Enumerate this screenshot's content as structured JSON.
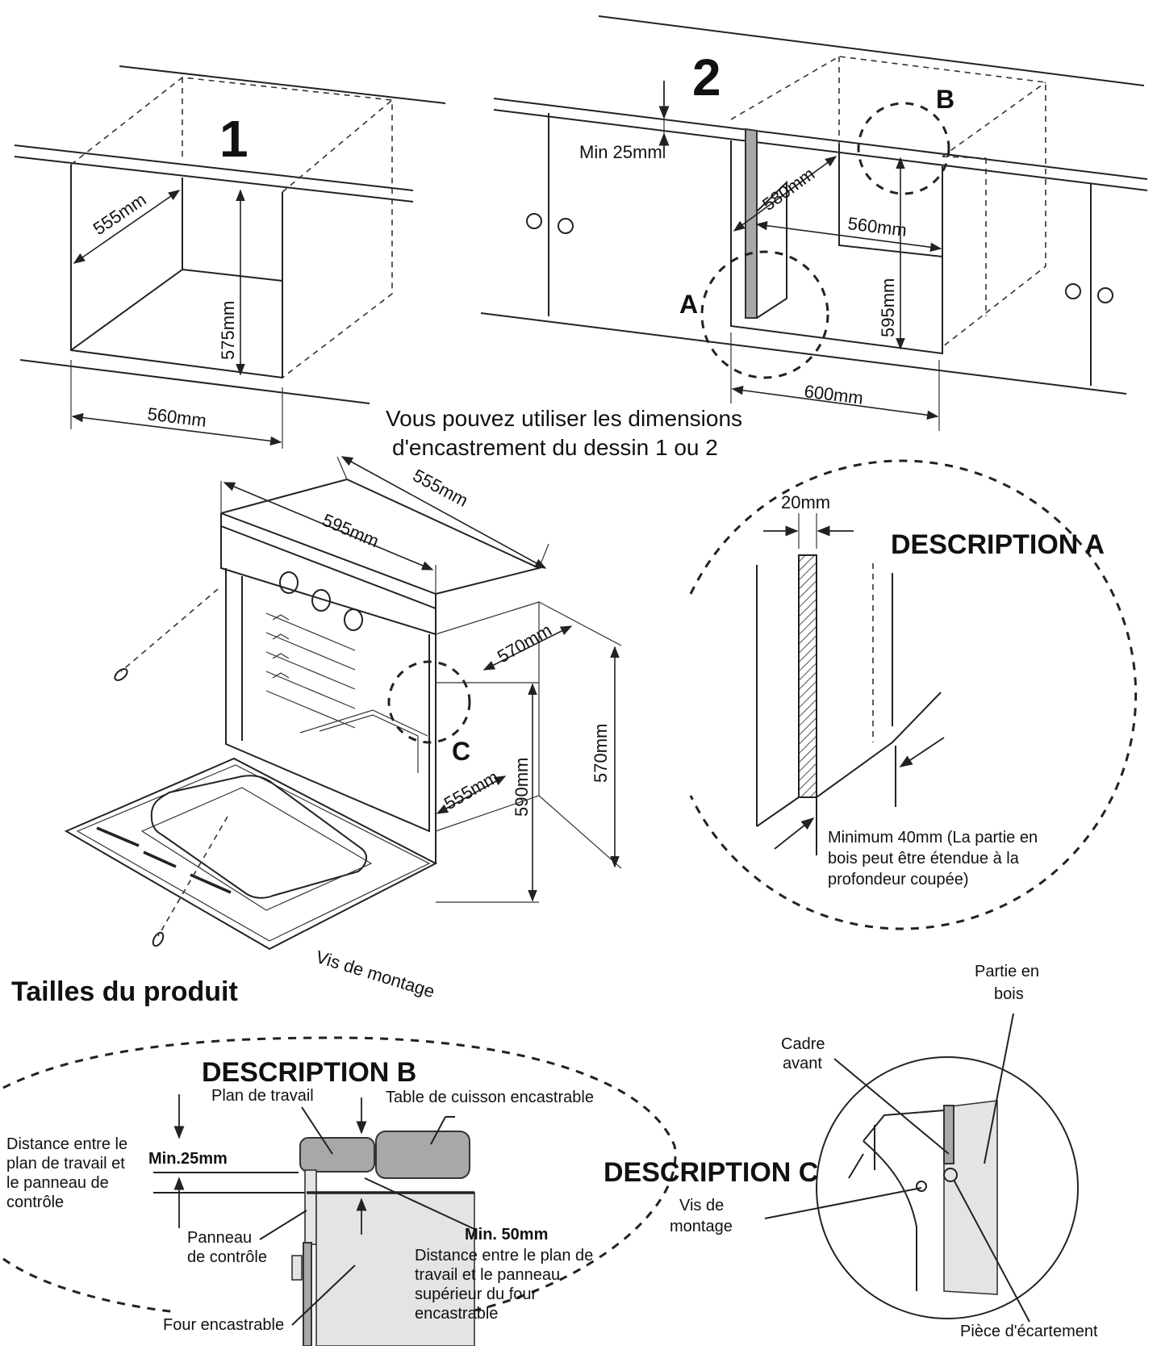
{
  "drawing_1": {
    "number": "1",
    "depth": "555mm",
    "height": "575mm",
    "width": "560mm"
  },
  "drawing_2": {
    "number": "2",
    "top_gap": "Min 25mm",
    "depth": "580mm",
    "inner_width": "560mm",
    "height": "595mm",
    "outer_width": "600mm",
    "marker_a": "A",
    "marker_b": "B"
  },
  "caption": {
    "line1": "Vous pouvez utiliser les dimensions",
    "line2": "d'encastrement du dessin 1 ou 2"
  },
  "product": {
    "title": "Tailles du produit",
    "depth_top": "555mm",
    "width_top": "595mm",
    "depth_side": "570mm",
    "height_right": "570mm",
    "door_depth": "555mm",
    "height_front": "590mm",
    "marker_c": "C",
    "screw_label": "Vis de montage"
  },
  "description_a": {
    "title": "DESCRIPTION A",
    "gap": "20mm",
    "note_line1": "Minimum 40mm (La partie en",
    "note_line2": "bois peut être étendue à la",
    "note_line3": "profondeur coupée)"
  },
  "description_b": {
    "title": "DESCRIPTION B",
    "worktop": "Plan de travail",
    "hob": "Table de cuisson encastrable",
    "distance_label_1": "Distance entre le",
    "distance_label_2": "plan de travail et",
    "distance_label_3": "le panneau de",
    "distance_label_4": "contrôle",
    "min25": "Min.25mm",
    "panel_1": "Panneau",
    "panel_2": "de contrôle",
    "oven": "Four encastrable",
    "min50": "Min. 50mm",
    "dist50_1": "Distance entre le plan de",
    "dist50_2": "travail et le panneau",
    "dist50_3": "supérieur du four",
    "dist50_4": "encastrable"
  },
  "description_c": {
    "title": "DESCRIPTION C",
    "wood_1": "Partie en",
    "wood_2": "bois",
    "frame_1": "Cadre",
    "frame_2": "avant",
    "screw_1": "Vis de",
    "screw_2": "montage",
    "spacer": "Pièce d'écartement"
  }
}
